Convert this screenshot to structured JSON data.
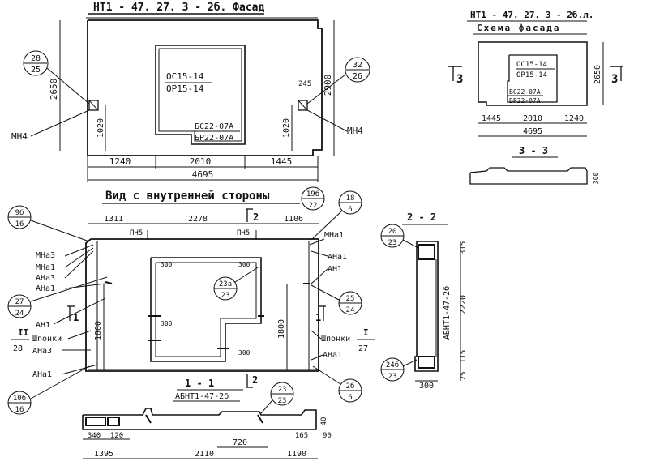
{
  "main_facade": {
    "title": "НТ1 - 47. 27. 3  - 2б. Фасад",
    "window_code_1": "ОС15-14",
    "window_code_2": "ОР15-14",
    "door_code_1": "БС22-07А",
    "door_code_2": "БР22-07А",
    "height_overall": "2650",
    "height_right": "2900",
    "height_mark_left": "1020",
    "height_mark_right": "1020",
    "small_245": "245",
    "bottom_dims": [
      "1240",
      "2010",
      "1445"
    ],
    "total_width": "4695",
    "callout_left_top": "28",
    "callout_left_bottom": "25",
    "callout_right_top": "32",
    "callout_right_bottom": "26",
    "mark_left": "МН4",
    "mark_right": "МН4"
  },
  "scheme": {
    "title_1": "НТ1 - 47. 27. 3 - 2б.л.",
    "title_2": "Схема фасада",
    "window_code_1": "ОС15-14",
    "window_code_2": "ОР15-14",
    "door_code_1": "БС22-07А",
    "door_code_2": "БР22-07А",
    "section_mark": "3",
    "height": "2650",
    "bottom_dims": [
      "1445",
      "2010",
      "1240"
    ],
    "total_width": "4695",
    "section_title": "3 - 3",
    "section_dim": "300"
  },
  "inner_view": {
    "title": "Вид  с  внутренней  стороны",
    "top_dims": [
      "1311",
      "2278",
      "1106"
    ],
    "pn_labels": [
      "ПН5",
      "ПН5"
    ],
    "section_mark_2": "2",
    "section_mark_1": "1",
    "left_labels": [
      "МНа3",
      "МНа1",
      "АНа3",
      "АНа1"
    ],
    "right_labels": [
      "МНа1",
      "АНа1",
      "АН1"
    ],
    "left_mid_label": "АН1",
    "right_lower_label": "АНа1",
    "left_lower_labels": [
      "АНа3",
      "АНа1"
    ],
    "shponki_left": "Шпонки",
    "shponki_right": "Шпонки",
    "roman_left": "II",
    "roman_left_bottom": "28",
    "roman_right": "I",
    "roman_right_bottom": "27",
    "dim_1800_left": "1800",
    "dim_1800_right": "1800",
    "opening_marks": [
      "300",
      "300",
      "300",
      "300"
    ],
    "center_callout_top": "23а",
    "center_callout_bottom": "23",
    "callouts": {
      "top_left": [
        "9б",
        "16"
      ],
      "mid_left": [
        "27",
        "24"
      ],
      "bottom_left": [
        "10б",
        "16"
      ],
      "top_right_a": [
        "19б",
        "22"
      ],
      "top_right_b": [
        "18",
        "6"
      ],
      "mid_right": [
        "25",
        "24"
      ],
      "bottom_right": [
        "2б",
        "6"
      ]
    }
  },
  "section_1_1": {
    "title": "1 - 1",
    "label": "АБНТ1-47-2б",
    "dims_top": [
      "340",
      "120",
      "720"
    ],
    "dims_bottom": [
      "1395",
      "2110",
      "1190"
    ],
    "right_dims": [
      "165",
      "40",
      "90"
    ],
    "callout": [
      "23",
      "23"
    ]
  },
  "section_2_2": {
    "title": "2 - 2",
    "label": "АБНТ1-47-2б",
    "dims": [
      "315",
      "2220",
      "115",
      "25"
    ],
    "width": "300",
    "callout_top": [
      "20",
      "23"
    ],
    "callout_bottom": [
      "24б",
      "23"
    ]
  }
}
